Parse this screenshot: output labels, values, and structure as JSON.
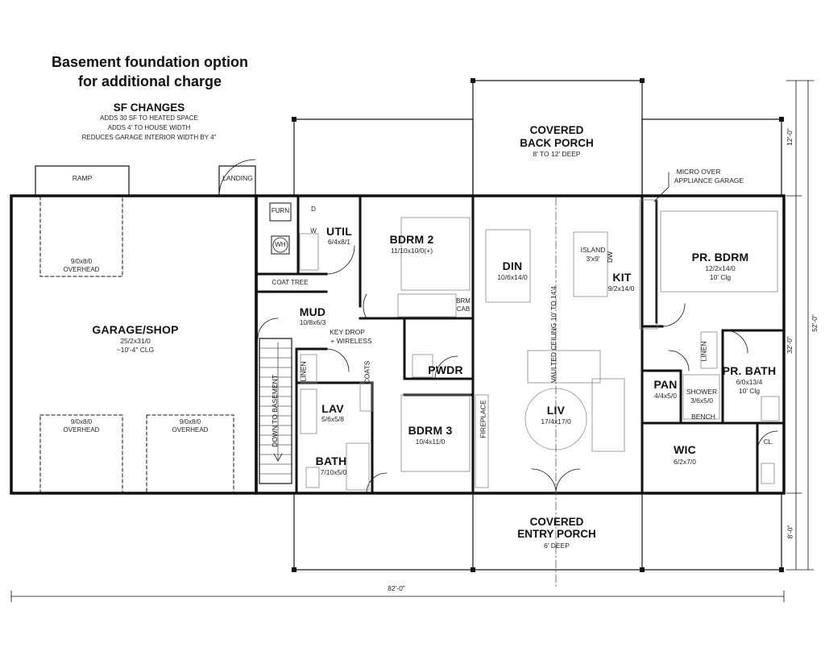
{
  "notes": {
    "title_line1": "Basement foundation option",
    "title_line2": "for additional charge",
    "sf_heading": "SF CHANGES",
    "sf_line1": "ADDS 30 SF TO HEATED SPACE",
    "sf_line2": "ADDS 4' TO HOUSE WIDTH",
    "sf_line3": "REDUCES GARAGE INTERIOR WIDTH BY 4\""
  },
  "rooms": {
    "garage": {
      "name": "GARAGE/SHOP",
      "dim1": "25/2x31/0",
      "dim2": "~10'-4\" CLG"
    },
    "util": {
      "name": "UTIL",
      "dim": "6/4x8/1"
    },
    "bdrm2": {
      "name": "BDRM 2",
      "dim": "11/10x10/0(+)"
    },
    "din": {
      "name": "DIN",
      "dim": "10/6x14/0"
    },
    "kit": {
      "name": "KIT",
      "dim": "9/2x14/0"
    },
    "pr_bdrm": {
      "name": "PR. BDRM",
      "dim1": "12/2x14/0",
      "dim2": "10' Clg"
    },
    "mud": {
      "name": "MUD",
      "dim": "10/8x6/3"
    },
    "pwdr": {
      "name": "PWDR"
    },
    "lav": {
      "name": "LAV",
      "dim": "5/6x5/8"
    },
    "bdrm3": {
      "name": "BDRM 3",
      "dim": "10/4x11/0"
    },
    "bath": {
      "name": "BATH",
      "dim": "7/10x5/0"
    },
    "liv": {
      "name": "LIV",
      "dim": "17/4x17/0"
    },
    "pan": {
      "name": "PAN",
      "dim": "4/4x5/0"
    },
    "pr_bath": {
      "name": "PR. BATH",
      "dim1": "6/0x13/4",
      "dim2": "10' Clg"
    },
    "wic": {
      "name": "WIC",
      "dim": "6/2x7/0"
    },
    "back_porch": {
      "name1": "COVERED",
      "name2": "BACK PORCH",
      "dim": "8' TO 12' DEEP"
    },
    "entry_porch": {
      "name1": "COVERED",
      "name2": "ENTRY PORCH",
      "dim": "6' DEEP"
    }
  },
  "fixtures": {
    "ramp": "RAMP",
    "landing": "LANDING",
    "furn": "FURN",
    "wh": "WH",
    "d": "D",
    "w": "W",
    "coat_tree": "COAT TREE",
    "key_drop1": "KEY DROP",
    "key_drop2": "+ WIRELESS",
    "linen": "LINEN",
    "coats": "COATS",
    "brm_cab1": "BRM",
    "brm_cab2": "CAB",
    "island": "ISLAND",
    "island_dim": "3'x9'",
    "dw": "DW",
    "micro1": "MICRO OVER",
    "micro2": "APPLIANCE GARAGE",
    "fireplace": "FIREPLACE",
    "vaulted": "VAULTED CEILING  10' TO 14'4",
    "down_to_basement": "DOWN TO BASEMENT",
    "shower": "SHOWER",
    "shower_dim": "3/6x5/0",
    "bench": "BENCH",
    "cl": "CL.",
    "overhead_a_dim": "9/0x8/0",
    "overhead_b_dim": "9/0x8/0",
    "overhead_c_dim": "9/0x8/0",
    "overhead": "OVERHEAD"
  },
  "dimensions": {
    "total_width": "82'-0\"",
    "right_total": "52'-0\"",
    "right_back": "12'-0\"",
    "right_house": "32'-0\"",
    "right_front": "8'-0\""
  }
}
